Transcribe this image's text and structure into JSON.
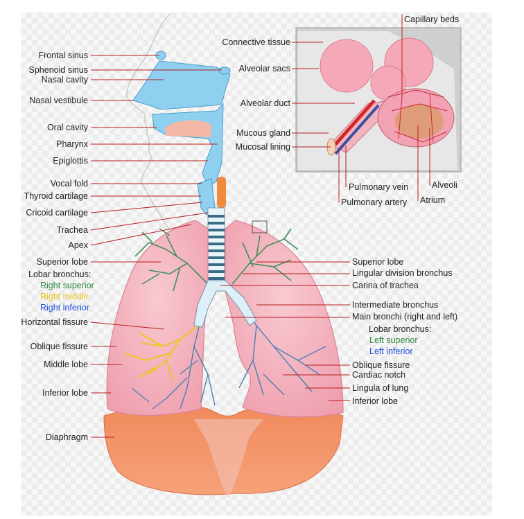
{
  "colors": {
    "leader": "#b71c1c",
    "airway": "#8fd0f0",
    "lung": "#f3b3bf",
    "diaphragm": "#ef8a5e",
    "right_superior": "#2e8b3e",
    "right_middle": "#e8c40c",
    "right_inferior": "#1f4fe0"
  },
  "left_labels": {
    "frontal_sinus": "Frontal sinus",
    "sphenoid_sinus": "Sphenoid sinus",
    "nasal_cavity": "Nasal cavity",
    "nasal_vestibule": "Nasal vestibule",
    "oral_cavity": "Oral cavity",
    "pharynx": "Pharynx",
    "epiglottis": "Epiglottis",
    "vocal_fold": "Vocal fold",
    "thyroid_cartilage": "Thyroid cartilage",
    "cricoid_cartilage": "Cricoid cartilage",
    "trachea": "Trachea",
    "apex": "Apex",
    "superior_lobe": "Superior lobe",
    "lobar_bronchus": "Lobar bronchus:",
    "right_superior": "Right superior",
    "right_middle": "Right middle",
    "right_inferior": "Right inferior",
    "horizontal_fissure": "Horizontal fissure",
    "oblique_fissure": "Oblique fissure",
    "middle_lobe": "Middle lobe",
    "inferior_lobe": "Inferior lobe",
    "diaphragm": "Diaphragm"
  },
  "inset_labels": {
    "connective_tissue": "Connective tissue",
    "alveolar_sacs": "Alveolar sacs",
    "alveolar_duct": "Alveolar duct",
    "mucous_gland": "Mucous gland",
    "mucosal_lining": "Mucosal lining",
    "capillary_beds": "Capillary beds",
    "pulmonary_vein": "Pulmonary vein",
    "pulmonary_artery": "Pulmonary artery",
    "alveoli": "Alveoli",
    "atrium": "Atrium"
  },
  "right_labels": {
    "superior_lobe": "Superior lobe",
    "lingular_division_bronchus": "Lingular division bronchus",
    "carina_of_trachea": "Carina of trachea",
    "intermediate_bronchus": "Intermediate bronchus",
    "main_bronchi": "Main bronchi (right and left)",
    "lobar_bronchus": "Lobar bronchus:",
    "left_superior": "Left superior",
    "left_inferior": "Left inferior",
    "oblique_fissure": "Oblique fissure",
    "cardiac_notch": "Cardiac notch",
    "lingula_of_lung": "Lingula of lung",
    "inferior_lobe": "Inferior lobe"
  }
}
